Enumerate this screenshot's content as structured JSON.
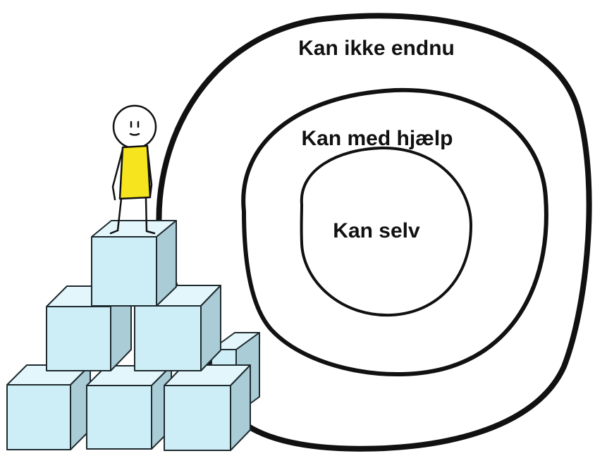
{
  "zones": {
    "outer": "Kan ikke endnu",
    "middle": "Kan med hjælp",
    "inner": "Kan selv"
  },
  "colors": {
    "ring_stroke": "#111111",
    "cube_front": "#cdeef7",
    "cube_top": "#e2f6fb",
    "cube_side": "#a9ccd6",
    "cube_edge": "#1f2a2e",
    "shirt": "#f6e51e",
    "figure_line": "#111111"
  }
}
